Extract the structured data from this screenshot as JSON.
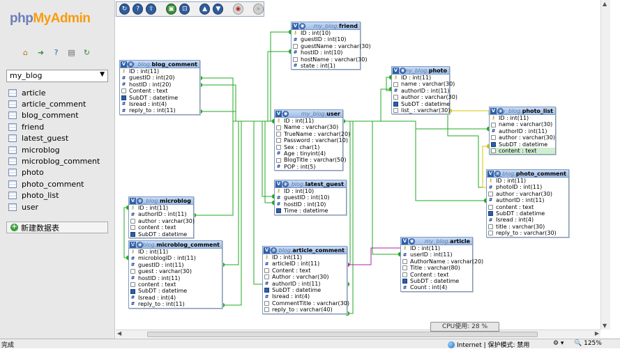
{
  "nav": {
    "logo_php": "php",
    "logo_myadmin": "MyAdmin",
    "icons": [
      "home-icon",
      "exit-icon",
      "help-icon",
      "docs-icon",
      "reload-icon"
    ],
    "database_select": "my_blog",
    "tables": [
      "article",
      "article_comment",
      "blog_comment",
      "friend",
      "latest_guest",
      "microblog",
      "microblog_comment",
      "photo",
      "photo_comment",
      "photo_list",
      "user"
    ],
    "new_table_label": "新建数据表"
  },
  "toolbar": {
    "buttons": [
      "refresh-icon",
      "help-icon",
      "export-icon",
      "toggle-relation-icon",
      "angular-links-icon",
      "zoom-in-icon",
      "zoom-out-icon",
      "save-pdf-icon",
      "close-icon"
    ]
  },
  "tables": {
    "friend": {
      "db": "my_blog.",
      "name": "friend",
      "fields": [
        {
          "icon": "key",
          "text": "ID : int(10)"
        },
        {
          "icon": "num",
          "text": "guestID : int(10)"
        },
        {
          "icon": "str",
          "text": "guestName : varchar(30)"
        },
        {
          "icon": "num",
          "text": "hostID : int(10)"
        },
        {
          "icon": "str",
          "text": "hostName : varchar(30)"
        },
        {
          "icon": "num",
          "text": "state : int(1)"
        }
      ]
    },
    "blog_comment": {
      "db": "my_blog.",
      "name": "blog_comment",
      "fields": [
        {
          "icon": "key",
          "text": "ID : int(11)"
        },
        {
          "icon": "num",
          "text": "guestID : int(20)"
        },
        {
          "icon": "num",
          "text": "hostID : int(20)"
        },
        {
          "icon": "str",
          "text": "Content : text"
        },
        {
          "icon": "date",
          "text": "SubDT : datetime"
        },
        {
          "icon": "num",
          "text": "Isread : int(4)"
        },
        {
          "icon": "num",
          "text": "reply_to : int(11)"
        }
      ]
    },
    "photo": {
      "db": "my_blog.",
      "name": "photo",
      "fields": [
        {
          "icon": "key",
          "text": "ID : int(11)"
        },
        {
          "icon": "str",
          "text": "name : varchar(30)"
        },
        {
          "icon": "num",
          "text": "authorID : int(11)"
        },
        {
          "icon": "str",
          "text": "author : varchar(30)"
        },
        {
          "icon": "date",
          "text": "SubDT : datetime"
        },
        {
          "icon": "str",
          "text": "list_ : varchar(30)"
        }
      ]
    },
    "user": {
      "db": "my_blog.",
      "name": "user",
      "fields": [
        {
          "icon": "key",
          "text": "ID : int(11)"
        },
        {
          "icon": "str",
          "text": "Name : varchar(30)"
        },
        {
          "icon": "str",
          "text": "TrueName : varchar(20)"
        },
        {
          "icon": "str",
          "text": "Password : varchar(10)"
        },
        {
          "icon": "str",
          "text": "Sex : char(1)"
        },
        {
          "icon": "num",
          "text": "Age : tinyint(4)"
        },
        {
          "icon": "str",
          "text": "BlogTitle : varchar(50)"
        },
        {
          "icon": "num",
          "text": "POP : int(5)"
        }
      ]
    },
    "photo_list": {
      "db": "my_blog.",
      "name": "photo_list",
      "fields": [
        {
          "icon": "key",
          "text": "ID : int(11)"
        },
        {
          "icon": "str",
          "text": "name : varchar(30)"
        },
        {
          "icon": "num",
          "text": "authorID : int(11)"
        },
        {
          "icon": "str",
          "text": "author : varchar(30)"
        },
        {
          "icon": "date",
          "text": "SubDT : datetime"
        },
        {
          "icon": "str",
          "text": "content : text",
          "highlight": true
        }
      ]
    },
    "photo_comment": {
      "db": "my_blog.",
      "name": "photo_comment",
      "fields": [
        {
          "icon": "key",
          "text": "ID : int(11)"
        },
        {
          "icon": "num",
          "text": "photoID : int(11)"
        },
        {
          "icon": "str",
          "text": "author : varchar(30)"
        },
        {
          "icon": "num",
          "text": "authorID : int(11)"
        },
        {
          "icon": "str",
          "text": "content : text"
        },
        {
          "icon": "date",
          "text": "SubDT : datetime"
        },
        {
          "icon": "num",
          "text": "Isread : int(4)"
        },
        {
          "icon": "str",
          "text": "title : varchar(30)"
        },
        {
          "icon": "str",
          "text": "reply_to : varchar(30)"
        }
      ]
    },
    "latest_guest": {
      "db": "my_blog.",
      "name": "latest_guest",
      "fields": [
        {
          "icon": "key",
          "text": "ID : int(10)"
        },
        {
          "icon": "num",
          "text": "guestID : int(10)"
        },
        {
          "icon": "num",
          "text": "hostID : int(10)"
        },
        {
          "icon": "date",
          "text": "Time : datetime"
        }
      ]
    },
    "microblog": {
      "db": "my_blog.",
      "name": "microblog",
      "fields": [
        {
          "icon": "key",
          "text": "ID : int(11)"
        },
        {
          "icon": "num",
          "text": "authorID : int(11)"
        },
        {
          "icon": "str",
          "text": "author : varchar(30)"
        },
        {
          "icon": "str",
          "text": "content : text"
        },
        {
          "icon": "date",
          "text": "SubDT : datetime"
        }
      ]
    },
    "microblog_comment": {
      "db": "my_blog.",
      "name": "microblog_comment",
      "fields": [
        {
          "icon": "key",
          "text": "ID : int(11)"
        },
        {
          "icon": "num",
          "text": "microblogID : int(11)"
        },
        {
          "icon": "num",
          "text": "guestID : int(11)"
        },
        {
          "icon": "str",
          "text": "guest : varchar(30)"
        },
        {
          "icon": "num",
          "text": "hostID : int(11)"
        },
        {
          "icon": "str",
          "text": "content : text"
        },
        {
          "icon": "date",
          "text": "SubDT : datetime"
        },
        {
          "icon": "num",
          "text": "Isread : int(4)"
        },
        {
          "icon": "num",
          "text": "reply_to : int(11)"
        }
      ]
    },
    "article_comment": {
      "db": "my_blog.",
      "name": "article_comment",
      "fields": [
        {
          "icon": "key",
          "text": "ID : int(11)"
        },
        {
          "icon": "num",
          "text": "articleID : int(11)"
        },
        {
          "icon": "str",
          "text": "Content : text"
        },
        {
          "icon": "str",
          "text": "Author : varchar(30)"
        },
        {
          "icon": "num",
          "text": "authorID : int(11)"
        },
        {
          "icon": "date",
          "text": "SubDT : datetime"
        },
        {
          "icon": "num",
          "text": "Isread : int(4)"
        },
        {
          "icon": "str",
          "text": "CommentTitle : varchar(30)"
        },
        {
          "icon": "str",
          "text": "reply_to : varchar(40)"
        }
      ]
    },
    "article": {
      "db": "my_blog.",
      "name": "article",
      "fields": [
        {
          "icon": "key",
          "text": "ID : int(11)"
        },
        {
          "icon": "num",
          "text": "userID : int(11)"
        },
        {
          "icon": "str",
          "text": "AuthorName : varchar(20)"
        },
        {
          "icon": "str",
          "text": "Title : varchar(80)"
        },
        {
          "icon": "str",
          "text": "Content : text"
        },
        {
          "icon": "date",
          "text": "SubDT : datetime"
        },
        {
          "icon": "num",
          "text": "Count : int(4)"
        }
      ]
    }
  },
  "link_colors": {
    "default": "#22aa22",
    "photo_list": "#d4c400",
    "article": "#b0209c"
  },
  "cpu_label": "CPU使用: 28 %",
  "status": {
    "left": "完成",
    "zone": "Internet | 保护模式: 禁用",
    "zoom": "125%"
  }
}
